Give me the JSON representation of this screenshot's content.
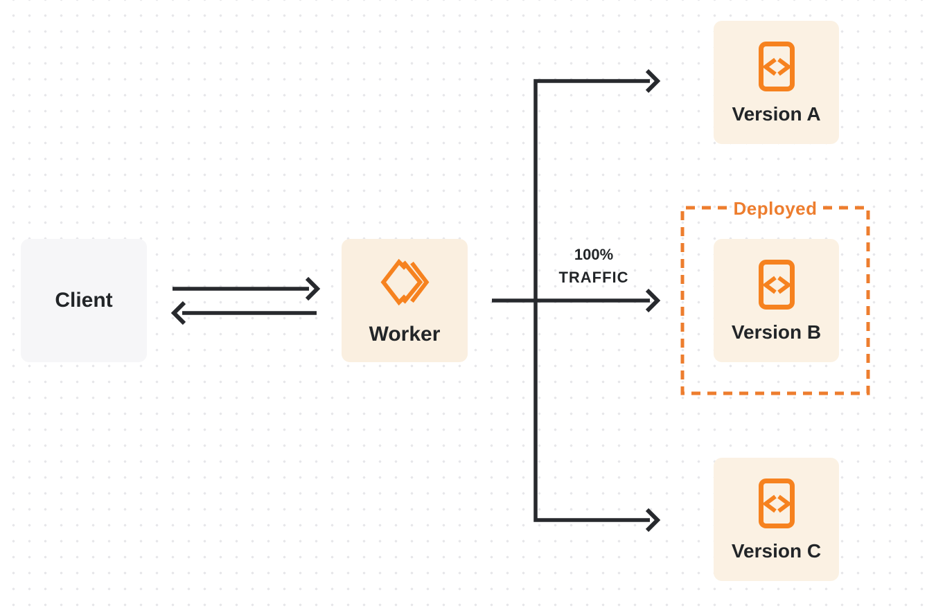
{
  "colors": {
    "orange": "#F6821F",
    "deployedOrange": "#ED7D2E",
    "arrowDark": "#27292D",
    "clientBg": "#F6F6F8",
    "workerBg": "#FAEFE0",
    "versionBg": "#FBF1E3",
    "text": "#222528",
    "dot": "#E7E7EA",
    "background": "#FFFFFF"
  },
  "icons": {
    "worker_icon": "cloudflare-workers-chevrons",
    "version_icon": "code-angle-brackets-file"
  },
  "diagram": {
    "client": {
      "label": "Client"
    },
    "worker": {
      "label": "Worker"
    },
    "versions": [
      {
        "label": "Version A"
      },
      {
        "label": "Version B"
      },
      {
        "label": "Version C"
      }
    ],
    "deployed": {
      "label": "Deployed"
    },
    "traffic": {
      "percent": "100%",
      "caption": "TRAFFIC"
    }
  }
}
